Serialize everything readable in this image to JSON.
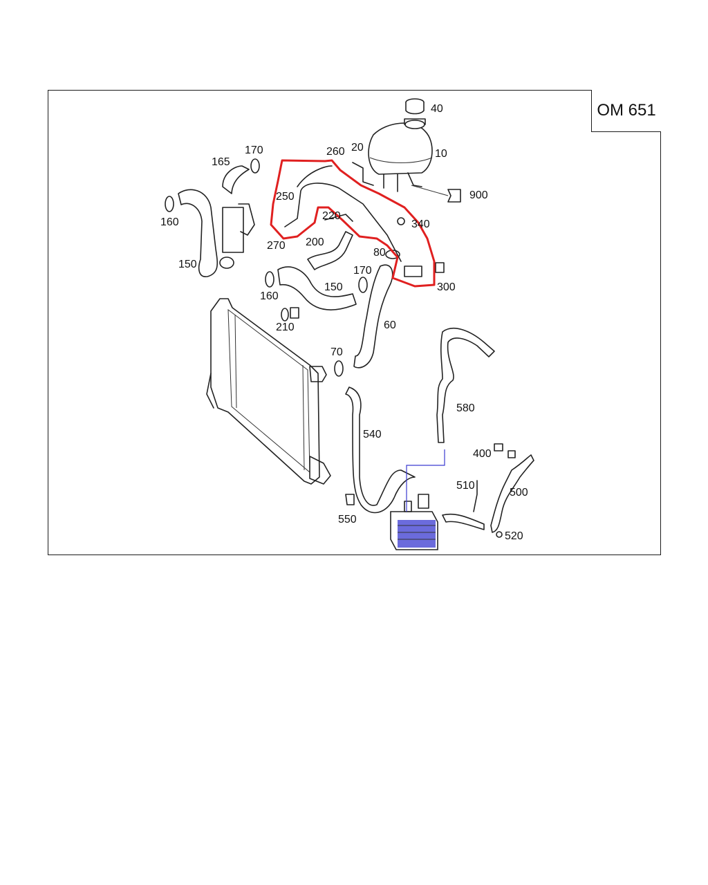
{
  "engine_code": "OM 651",
  "labels": {
    "p10": "10",
    "p20": "20",
    "p40": "40",
    "p60": "60",
    "p70": "70",
    "p80": "80",
    "p150a": "150",
    "p150b": "150",
    "p160a": "160",
    "p160b": "160",
    "p165": "165",
    "p170a": "170",
    "p170b": "170",
    "p200": "200",
    "p210": "210",
    "p220": "220",
    "p250": "250",
    "p260": "260",
    "p270": "270",
    "p300": "300",
    "p340": "340",
    "p400": "400",
    "p500": "500",
    "p510": "510",
    "p520": "520",
    "p540": "540",
    "p550": "550",
    "p580": "580",
    "p900": "900"
  },
  "colors": {
    "highlight": "#e02020",
    "oil_cooler": "#3a3ad0"
  }
}
